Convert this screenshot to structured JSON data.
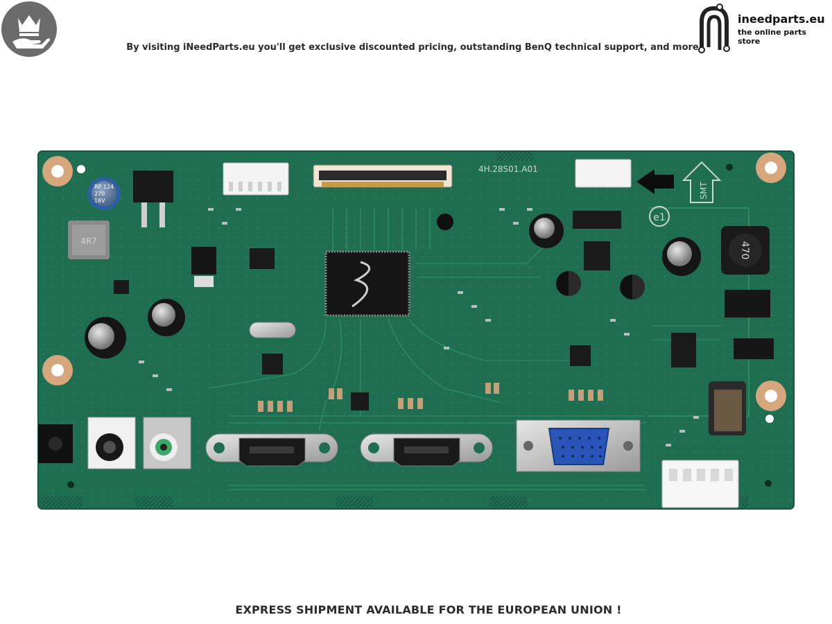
{
  "header": {
    "tagline": "By visiting iNeedParts.eu you'll get exclusive discounted pricing, outstanding BenQ technical support, and more"
  },
  "logo": {
    "name": "ineedparts.eu",
    "subtitle": "the online parts store"
  },
  "board": {
    "part_number": "4H.28S01.A01",
    "capacitor_top_left": [
      "RP 124",
      "270",
      "16V"
    ],
    "inductor_left": "4R7",
    "inductor_right": "470",
    "smt_label": "SMT",
    "e1_label": "e1"
  },
  "footer": {
    "notice": "EXPRESS SHIPMENT AVAILABLE FOR THE EUROPEAN UNION !"
  },
  "colors": {
    "pcb": "#1f6e52",
    "pcb_dark": "#175a42",
    "badge": "#6b6b6b"
  }
}
